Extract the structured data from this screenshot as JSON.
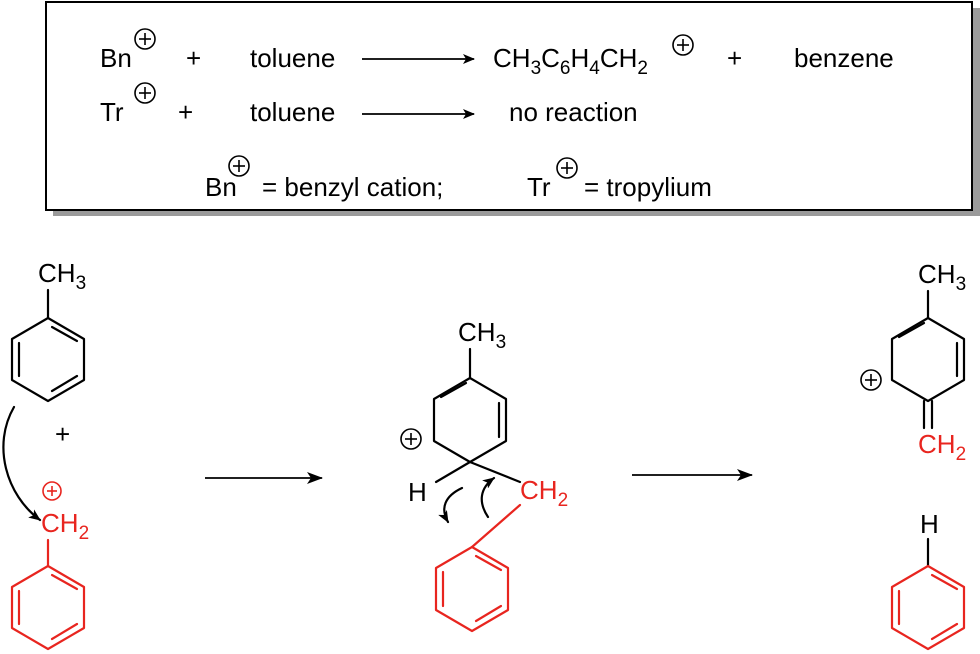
{
  "equations": {
    "eq1": {
      "reactant": "Bn",
      "plus1": "+",
      "reagent": "toluene",
      "product": {
        "p1": "CH",
        "s1": "3",
        "p2": "C",
        "s2": "6",
        "p3": "H",
        "s3": "4",
        "p4": "CH",
        "s4": "2"
      },
      "plus2": "+",
      "byproduct": "benzene"
    },
    "eq2": {
      "reactant": "Tr",
      "plus1": "+",
      "reagent": "toluene",
      "result": "no reaction"
    },
    "legend": {
      "bn": "Bn",
      "bn_def": "=  benzyl cation;",
      "tr": "Tr",
      "tr_def": "= tropylium"
    }
  },
  "labels": {
    "ch": "CH",
    "three": "3",
    "two": "2",
    "h": "H",
    "plus": "+"
  },
  "colors": {
    "fragment": "#e8251f",
    "structure": "#000000",
    "box_shadow": "#9a9a9a"
  }
}
